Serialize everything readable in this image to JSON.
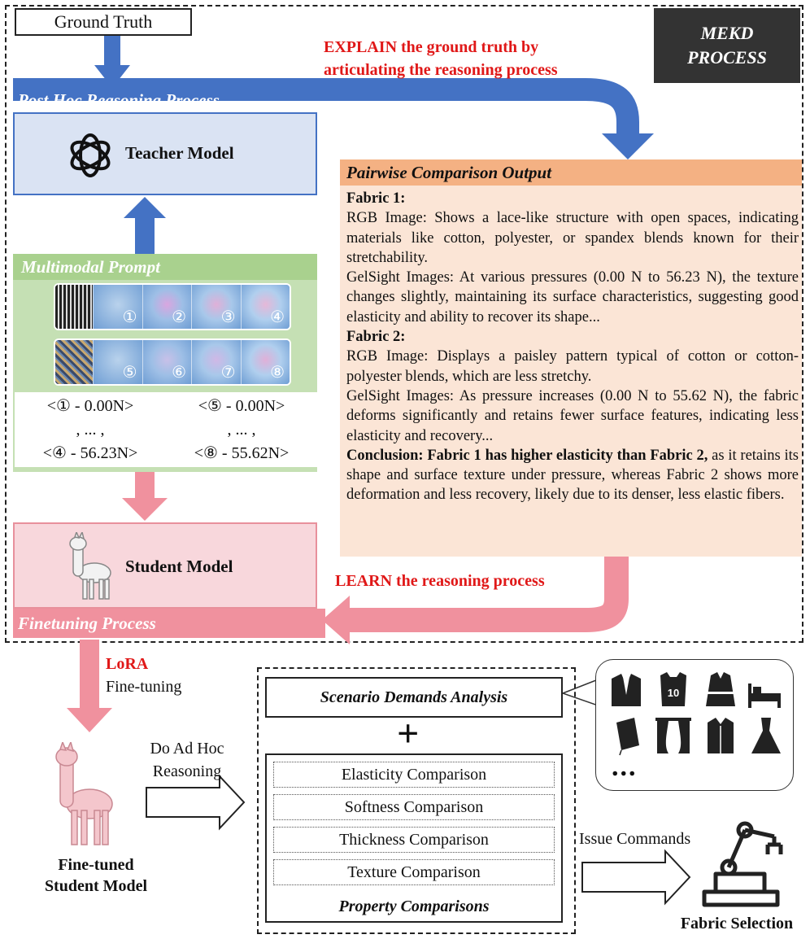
{
  "ground_truth": "Ground Truth",
  "mekd": {
    "line1": "MEKD",
    "line2": "PROCESS"
  },
  "explain": {
    "line1": "EXPLAIN the ground truth by",
    "line2": "articulating the reasoning process"
  },
  "post_hoc_label": "Post Hoc Reasoning Process",
  "teacher_label": "Teacher Model",
  "multimodal": {
    "title": "Multimodal Prompt",
    "row1_nums": [
      "①",
      "②",
      "③",
      "④"
    ],
    "row2_nums": [
      "⑤",
      "⑥",
      "⑦",
      "⑧"
    ],
    "left_box": [
      "<① - 0.00N>",
      ", ... ,",
      "<④ - 56.23N>"
    ],
    "right_box": [
      "<⑤ - 0.00N>",
      ", ... ,",
      "<⑧ - 55.62N>"
    ]
  },
  "student_label": "Student Model",
  "finetuning_label": "Finetuning Process",
  "pairwise": {
    "title": "Pairwise Comparison Output",
    "fabric1_head": "Fabric 1:",
    "fabric1_rgb": "RGB Image: Shows a lace-like structure with open spaces, indicating materials like cotton, polyester, or spandex blends known for their stretchability.",
    "fabric1_gel": "GelSight Images: At various pressures (0.00 N to 56.23 N), the texture changes slightly, maintaining its surface characteristics, suggesting good elasticity and ability to recover its shape...",
    "fabric2_head": "Fabric 2:",
    "fabric2_rgb": "RGB Image: Displays a paisley pattern typical of cotton or cotton-polyester blends, which are less stretchy.",
    "fabric2_gel": "GelSight Images: As pressure increases (0.00 N to 55.62 N), the fabric deforms significantly and retains fewer surface features, indicating less elasticity and recovery...",
    "conclusion_bold": "Conclusion: Fabric 1 has higher elasticity than Fabric 2,",
    "conclusion_rest": " as it retains its shape and surface texture under pressure, whereas Fabric 2 shows more deformation and less recovery, likely due to its denser, less elastic fibers."
  },
  "learn": "LEARN the reasoning process",
  "lora": {
    "line1": "LoRA",
    "line2": "Fine-tuning"
  },
  "adhoc": {
    "line1": "Do Ad Hoc",
    "line2": "Reasoning"
  },
  "finetuned": {
    "line1": "Fine-tuned",
    "line2": "Student Model"
  },
  "scenario": "Scenario Demands Analysis",
  "plus": "+",
  "properties": [
    "Elasticity Comparison",
    "Softness Comparison",
    "Thickness Comparison",
    "Texture Comparison"
  ],
  "properties_label": "Property Comparisons",
  "scenario_more": "...",
  "issue_commands": "Issue Commands",
  "fabric_selection": "Fabric Selection",
  "colors": {
    "blue": "#4472c4",
    "pink": "#f0919e",
    "green": "#a9d18e",
    "orange": "#f4b183",
    "red": "#e01818",
    "dark": "#333333"
  },
  "icons": [
    "suit-icon",
    "jersey-icon",
    "bathrobe-icon",
    "bed-icon",
    "towel-icon",
    "curtain-icon",
    "shirt-icon",
    "dress-icon",
    "robot-arm-icon",
    "openai-logo-icon",
    "llama-icon"
  ]
}
